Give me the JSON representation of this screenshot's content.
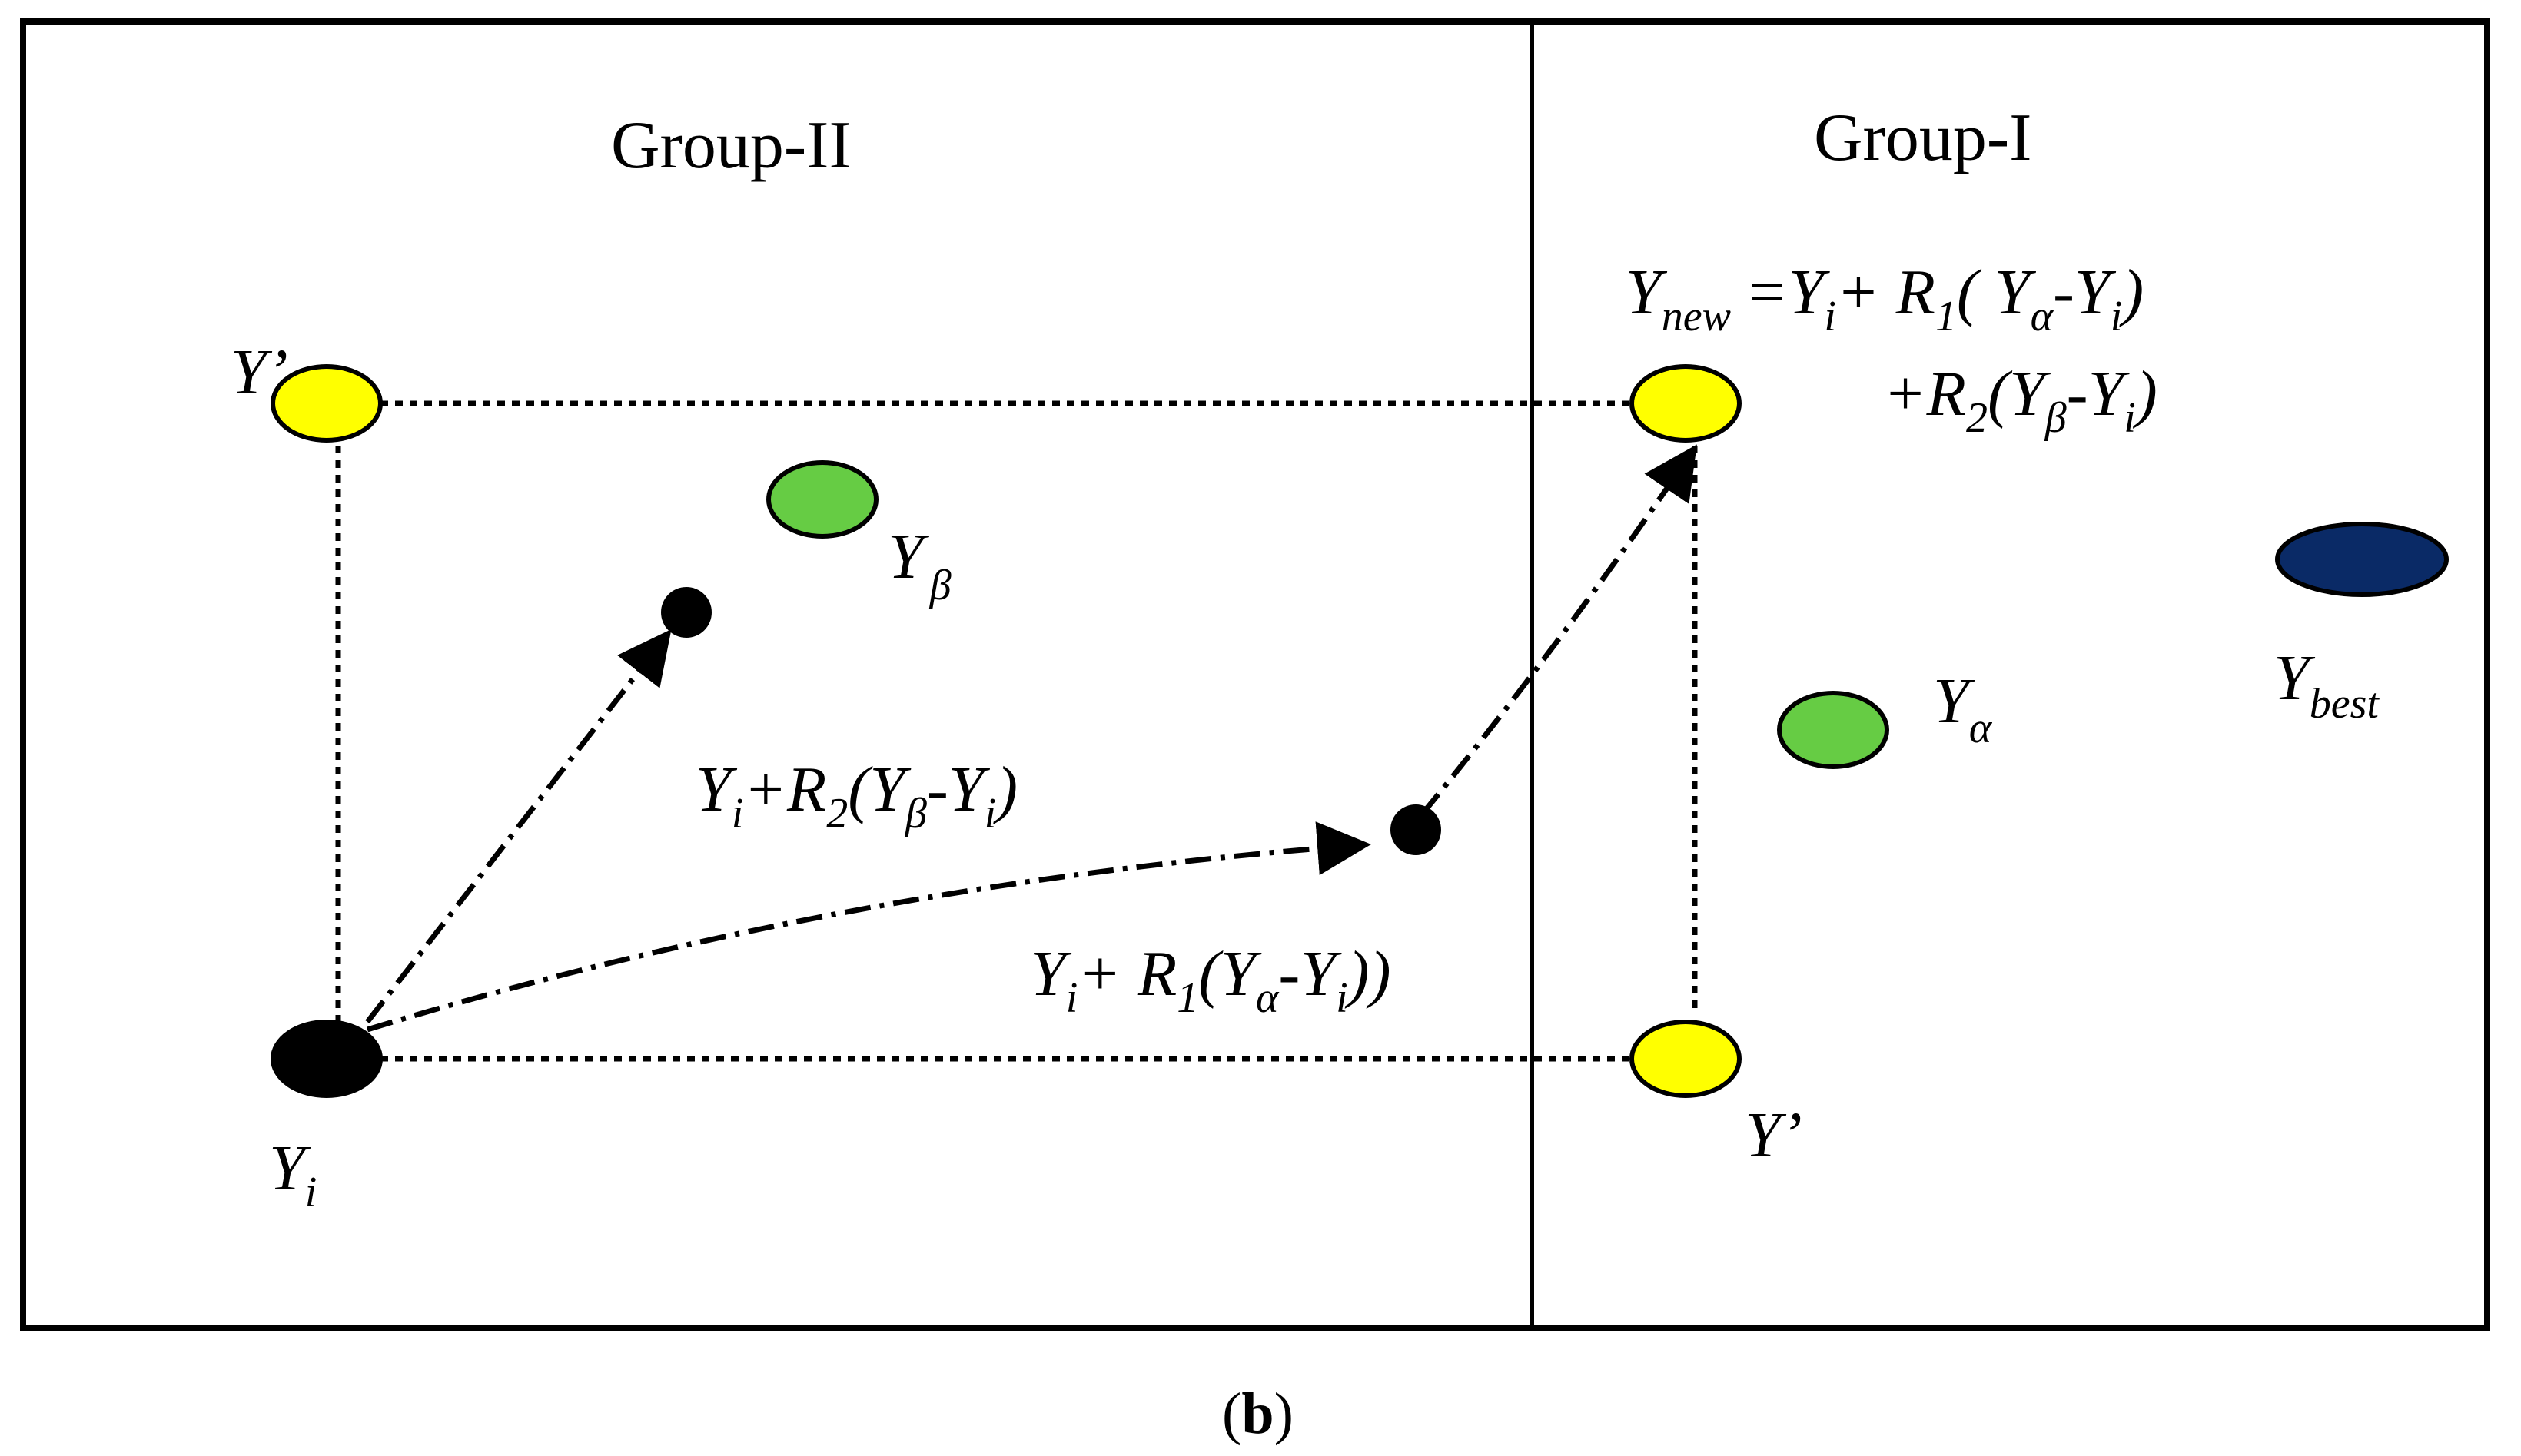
{
  "groups": {
    "left": "Group-II",
    "right": "Group-I"
  },
  "points": {
    "yi": {
      "base": "Y",
      "sub": "i"
    },
    "yprime_top": {
      "base": "Y’"
    },
    "yprime_bottom": {
      "base": "Y’"
    },
    "ybeta": {
      "base": "Y",
      "sub": "β"
    },
    "yalpha": {
      "base": "Y",
      "sub": "α"
    },
    "ybest": {
      "base": "Y",
      "sub": "best"
    }
  },
  "equations": {
    "ynew_lhs": "Y",
    "ynew_sub": "new",
    "ynew_eq": "=Y",
    "ynew_i": "i",
    "ynew_plus_r1": "+ R",
    "ynew_1": "1",
    "ynew_open": "( Y",
    "ynew_alpha": "α",
    "ynew_minus": "-Y",
    "ynew_i2": "i",
    "ynew_close": ")",
    "line2_plus_r2": "+R",
    "line2_2": "2",
    "line2_open": "(Y",
    "line2_beta": "β",
    "line2_minus": "-Y",
    "line2_i": "i",
    "line2_close": ")",
    "beta_step_y": "Y",
    "beta_step_i": "i",
    "beta_step_r": "+R",
    "beta_step_2": "2",
    "beta_step_open": "(Y",
    "beta_step_beta": "β",
    "beta_step_minus": "-Y",
    "beta_step_i2": "i",
    "beta_step_close": ")",
    "alpha_step_y": "Y",
    "alpha_step_i": "i",
    "alpha_step_r": "+ R",
    "alpha_step_1": "1",
    "alpha_step_open": "(Y",
    "alpha_step_alpha": "α",
    "alpha_step_minus": "-Y",
    "alpha_step_i2": "i",
    "alpha_step_close": "))"
  },
  "caption": {
    "open": "(",
    "letter": "b",
    "close": ")"
  },
  "colors": {
    "yellow": "#FFFF00",
    "green": "#66CC44",
    "navy": "#0A2A66",
    "black": "#000000"
  }
}
